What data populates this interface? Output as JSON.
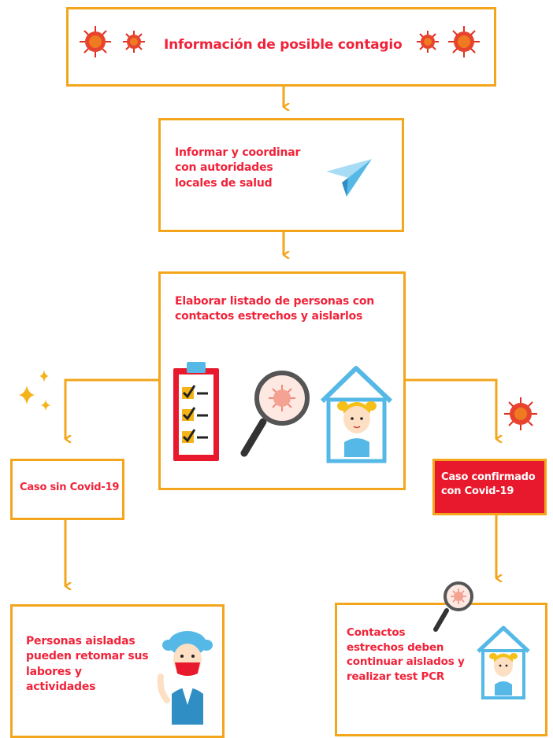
{
  "colors": {
    "accent": "#f3a51b",
    "text": "#f0233a",
    "alert_box": "#e8192c",
    "house": "#55b8e6"
  },
  "header": {
    "title": "Información de posible contagio",
    "icon": "virus-icon"
  },
  "step_report": {
    "text": "Informar y coordinar con autoridades locales de salud",
    "icon": "paper-plane-icon"
  },
  "step_list": {
    "text": "Elaborar listado de personas con contactos estrechos y aislarlos",
    "icons": [
      "clipboard-checklist-icon",
      "magnifier-virus-icon",
      "child-at-home-icon"
    ]
  },
  "branch_negative": {
    "label": "Caso sin Covid-19",
    "icon": "sparkles-icon"
  },
  "branch_positive": {
    "label": "Caso confirmado con Covid-19",
    "icon": "virus-icon"
  },
  "outcome_negative": {
    "text": "Personas aisladas pueden retomar sus labores y actividades",
    "icon": "person-with-mask-icon"
  },
  "outcome_positive": {
    "text": "Contactos estrechos deben continuar aislados y realizar test PCR",
    "icon": "magnifier-and-house-icon"
  }
}
